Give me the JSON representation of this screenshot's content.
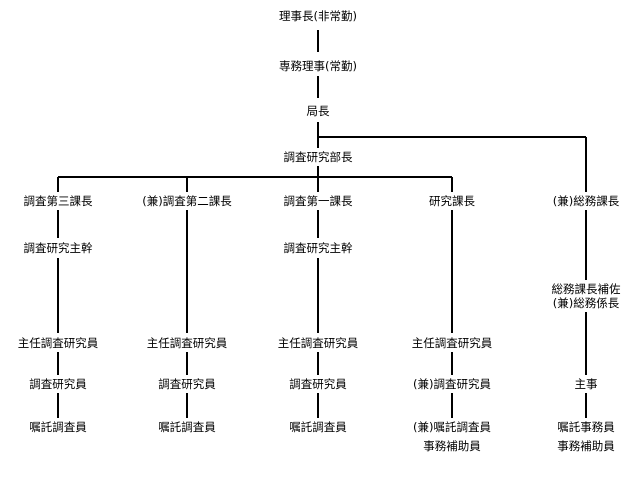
{
  "org_chart": {
    "top": {
      "chairman": "理事長(非常勤)",
      "managing_director": "専務理事(常勤)",
      "director_general": "局長",
      "research_dept_head": "調査研究部長"
    },
    "columns": [
      {
        "head": "調査第三課長",
        "deputy": "調査研究主幹",
        "staff": [
          "主任調査研究員",
          "調査研究員",
          "嘱託調査員"
        ]
      },
      {
        "head": "(兼)調査第二課長",
        "staff": [
          "主任調査研究員",
          "調査研究員",
          "嘱託調査員"
        ]
      },
      {
        "head": "調査第一課長",
        "deputy": "調査研究主幹",
        "staff": [
          "主任調査研究員",
          "調査研究員",
          "嘱託調査員"
        ]
      },
      {
        "head": "研究課長",
        "staff": [
          "主任調査研究員",
          "(兼)調査研究員",
          "(兼)嘱託調査員",
          "事務補助員"
        ]
      },
      {
        "head": "(兼)総務課長",
        "assistant": [
          "総務課長補佐",
          "(兼)総務係長"
        ],
        "staff": [
          "主事",
          "嘱託事務員",
          "事務補助員"
        ]
      }
    ]
  }
}
